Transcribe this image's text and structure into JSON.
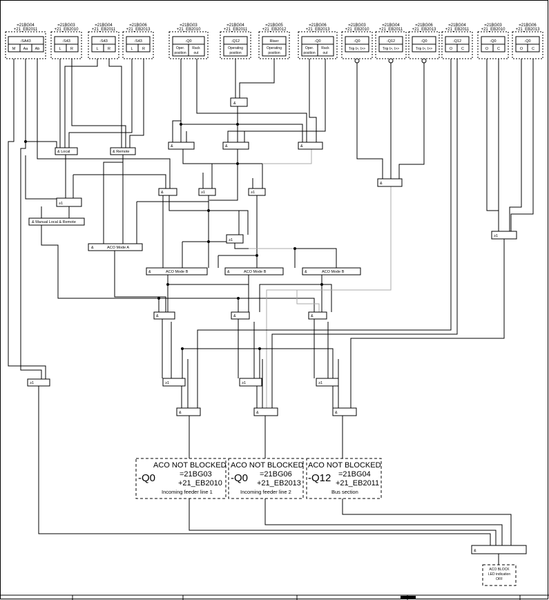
{
  "sources": [
    {
      "id": "s1",
      "tag": "=21BG04",
      "loc": "+21_EB2011",
      "dev": "-SA43",
      "cells": [
        "M",
        "Aa",
        "Ab"
      ]
    },
    {
      "id": "s2",
      "tag": "=21BG03",
      "loc": "+21_EB2010",
      "dev": "-S43",
      "cells": [
        "L",
        "R"
      ]
    },
    {
      "id": "s3",
      "tag": "=21BG04",
      "loc": "+21_EB2011",
      "dev": "-S43",
      "cells": [
        "L",
        "R"
      ]
    },
    {
      "id": "s4",
      "tag": "=21BG06",
      "loc": "+21_EB2013",
      "dev": "-S43",
      "cells": [
        "L",
        "R"
      ]
    },
    {
      "id": "s5",
      "tag": "=21BG03",
      "loc": "+21_EB2010",
      "dev": "-Q0",
      "cells": [
        "Oper. position",
        "Rack out"
      ]
    },
    {
      "id": "s6",
      "tag": "=21BG04",
      "loc": "+21_EB2011",
      "dev": "-Q12",
      "cells": [
        "Operating position"
      ]
    },
    {
      "id": "s7",
      "tag": "=21BG05",
      "loc": "+21_EB2012",
      "dev": "Riser",
      "cells": [
        "Operating position"
      ]
    },
    {
      "id": "s8",
      "tag": "=21BG06",
      "loc": "+21_EB2013",
      "dev": "-Q0",
      "cells": [
        "Oper. position",
        "Rack out"
      ]
    },
    {
      "id": "s9",
      "tag": "=21BG03",
      "loc": "+21_EB2010",
      "dev": "-Q0",
      "cells": [
        "Trip I>, I>>"
      ]
    },
    {
      "id": "s10",
      "tag": "=21BG04",
      "loc": "+21_EB2011",
      "dev": "-Q12",
      "cells": [
        "Trip I>, I>>"
      ]
    },
    {
      "id": "s11",
      "tag": "=21BG06",
      "loc": "+21_EB2013",
      "dev": "-Q0",
      "cells": [
        "Trip I>, I>>"
      ]
    },
    {
      "id": "s12",
      "tag": "=21BG04",
      "loc": "+21_EB2011",
      "dev": "-Q12",
      "cells": [
        "O",
        "C"
      ]
    },
    {
      "id": "s13",
      "tag": "=21BG03",
      "loc": "+21_EB2010",
      "dev": "-Q0",
      "cells": [
        "O",
        "C"
      ]
    },
    {
      "id": "s14",
      "tag": "=21BG06",
      "loc": "+21_EB2013",
      "dev": "-Q0",
      "cells": [
        "O",
        "C"
      ]
    }
  ],
  "gates": {
    "and_local": "& Local",
    "and_remote": "& Remote",
    "and": "&",
    "or": "≥1",
    "manual": "& Manual Local & Remote",
    "mode_a": "ACO Mode A",
    "mode_b": "ACO Mode B",
    "amp": "&"
  },
  "outputs": [
    {
      "title": "ACO NOT BLOCKED",
      "dev": "-Q0",
      "tag": "=21BG03",
      "loc": "+21_EB2010",
      "caption": "Incoming feeder line 1"
    },
    {
      "title": "ACO NOT BLOCKED",
      "dev": "-Q0",
      "tag": "=21BG06",
      "loc": "+21_EB2013",
      "caption": "Incoming feeder line 2"
    },
    {
      "title": "ACO NOT BLOCKED",
      "dev": "-Q12",
      "tag": "=21BG04",
      "loc": "+21_EB2011",
      "caption": "Bus section"
    }
  ],
  "final": {
    "gate": "&",
    "lines": [
      "ACO BLOCK",
      "LED indication",
      "OFF"
    ]
  }
}
